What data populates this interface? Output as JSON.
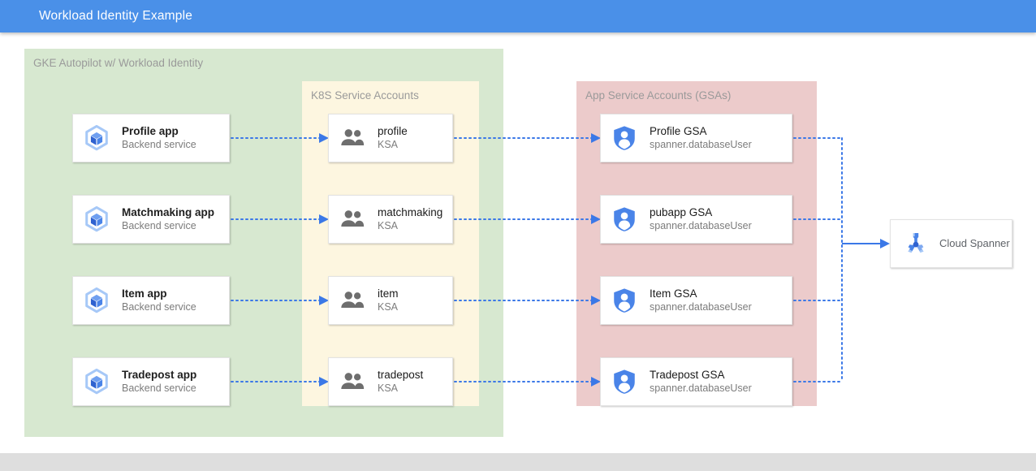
{
  "window": {
    "title": "Workload Identity Example",
    "title_bar_color": "#4a90e8",
    "footer_color": "#dedede"
  },
  "colors": {
    "gke_group": "#d7e8d0",
    "ksa_group": "#fdf6e0",
    "gsa_group": "#eccbcb",
    "connector": "#3b78e7",
    "card_background": "#ffffff",
    "group_label": "#9a9a9a"
  },
  "groups": {
    "gke": {
      "label": "GKE Autopilot w/ Workload Identity"
    },
    "ksa": {
      "label": "K8S Service Accounts"
    },
    "gsa": {
      "label": "App Service Accounts (GSAs)"
    }
  },
  "apps": [
    {
      "title": "Profile app",
      "subtitle": "Backend service",
      "icon": "gke-cube-icon"
    },
    {
      "title": "Matchmaking app",
      "subtitle": "Backend service",
      "icon": "gke-cube-icon"
    },
    {
      "title": "Item app",
      "subtitle": "Backend service",
      "icon": "gke-cube-icon"
    },
    {
      "title": "Tradepost app",
      "subtitle": "Backend service",
      "icon": "gke-cube-icon"
    }
  ],
  "ksas": [
    {
      "title": "profile",
      "subtitle": "KSA",
      "icon": "people-group-icon"
    },
    {
      "title": "matchmaking",
      "subtitle": "KSA",
      "icon": "people-group-icon"
    },
    {
      "title": "item",
      "subtitle": "KSA",
      "icon": "people-group-icon"
    },
    {
      "title": "tradepost",
      "subtitle": "KSA",
      "icon": "people-group-icon"
    }
  ],
  "gsas": [
    {
      "title": "Profile GSA",
      "subtitle": "spanner.databaseUser",
      "icon": "shield-account-icon"
    },
    {
      "title": "pubapp GSA",
      "subtitle": "spanner.databaseUser",
      "icon": "shield-account-icon"
    },
    {
      "title": "Item GSA",
      "subtitle": "spanner.databaseUser",
      "icon": "shield-account-icon"
    },
    {
      "title": "Tradepost GSA",
      "subtitle": "spanner.databaseUser",
      "icon": "shield-account-icon"
    }
  ],
  "database": {
    "title": "Cloud Spanner",
    "icon": "cloud-spanner-icon"
  }
}
